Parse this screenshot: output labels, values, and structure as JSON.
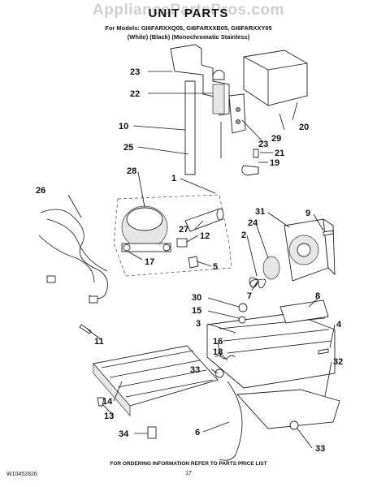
{
  "header": {
    "watermark": "AppliancePartsPros.com",
    "title": "UNIT PARTS",
    "models": "For Models: GI6FARXXQ05, GI6FARXXB05, GI6FARXXY05",
    "variants": "(White)          (Black)  (Monochromatic Stainless)"
  },
  "callouts": [
    {
      "id": "23a",
      "label": "23"
    },
    {
      "id": "22",
      "label": "22"
    },
    {
      "id": "10",
      "label": "10"
    },
    {
      "id": "25",
      "label": "25"
    },
    {
      "id": "20",
      "label": "20"
    },
    {
      "id": "29",
      "label": "29"
    },
    {
      "id": "23b",
      "label": "23"
    },
    {
      "id": "21",
      "label": "21"
    },
    {
      "id": "19",
      "label": "19"
    },
    {
      "id": "28",
      "label": "28"
    },
    {
      "id": "1",
      "label": "1"
    },
    {
      "id": "26",
      "label": "26"
    },
    {
      "id": "27",
      "label": "27"
    },
    {
      "id": "12",
      "label": "12"
    },
    {
      "id": "17",
      "label": "17"
    },
    {
      "id": "5",
      "label": "5"
    },
    {
      "id": "31",
      "label": "31"
    },
    {
      "id": "24",
      "label": "24"
    },
    {
      "id": "9",
      "label": "9"
    },
    {
      "id": "2",
      "label": "2"
    },
    {
      "id": "7",
      "label": "7"
    },
    {
      "id": "30",
      "label": "30"
    },
    {
      "id": "15",
      "label": "15"
    },
    {
      "id": "8",
      "label": "8"
    },
    {
      "id": "3",
      "label": "3"
    },
    {
      "id": "11",
      "label": "11"
    },
    {
      "id": "4",
      "label": "4"
    },
    {
      "id": "16",
      "label": "16"
    },
    {
      "id": "18",
      "label": "18"
    },
    {
      "id": "33a",
      "label": "33"
    },
    {
      "id": "32",
      "label": "32"
    },
    {
      "id": "14",
      "label": "14"
    },
    {
      "id": "13",
      "label": "13"
    },
    {
      "id": "6",
      "label": "6"
    },
    {
      "id": "34",
      "label": "34"
    },
    {
      "id": "33b",
      "label": "33"
    }
  ],
  "footer": {
    "doc_number": "W10452826",
    "order_info": "FOR ORDERING INFORMATION REFER TO PARTS PRICE LIST",
    "page": "17"
  }
}
